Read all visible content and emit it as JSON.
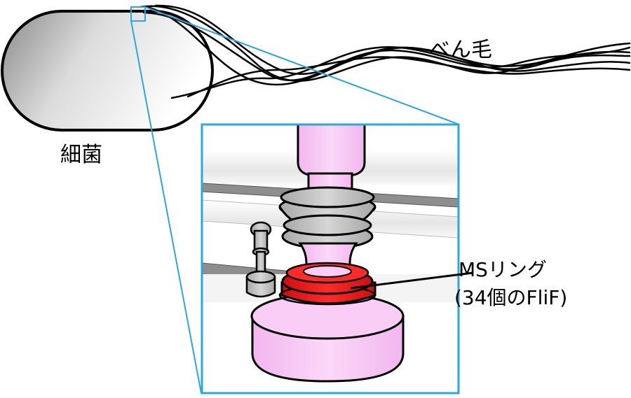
{
  "labels": {
    "bacterium": "細菌",
    "flagellum": "べん毛",
    "ms_ring_line1": "MSリング",
    "ms_ring_line2": "(34個のFliF)"
  },
  "colors": {
    "zoom_frame": "#29a8e0",
    "ms_ring": "#e81515",
    "rotor_pink": "#f7c4f4",
    "metal_gray": "#c2c2c2",
    "membrane_gray": "#8e8e8e",
    "outline": "#000000"
  }
}
